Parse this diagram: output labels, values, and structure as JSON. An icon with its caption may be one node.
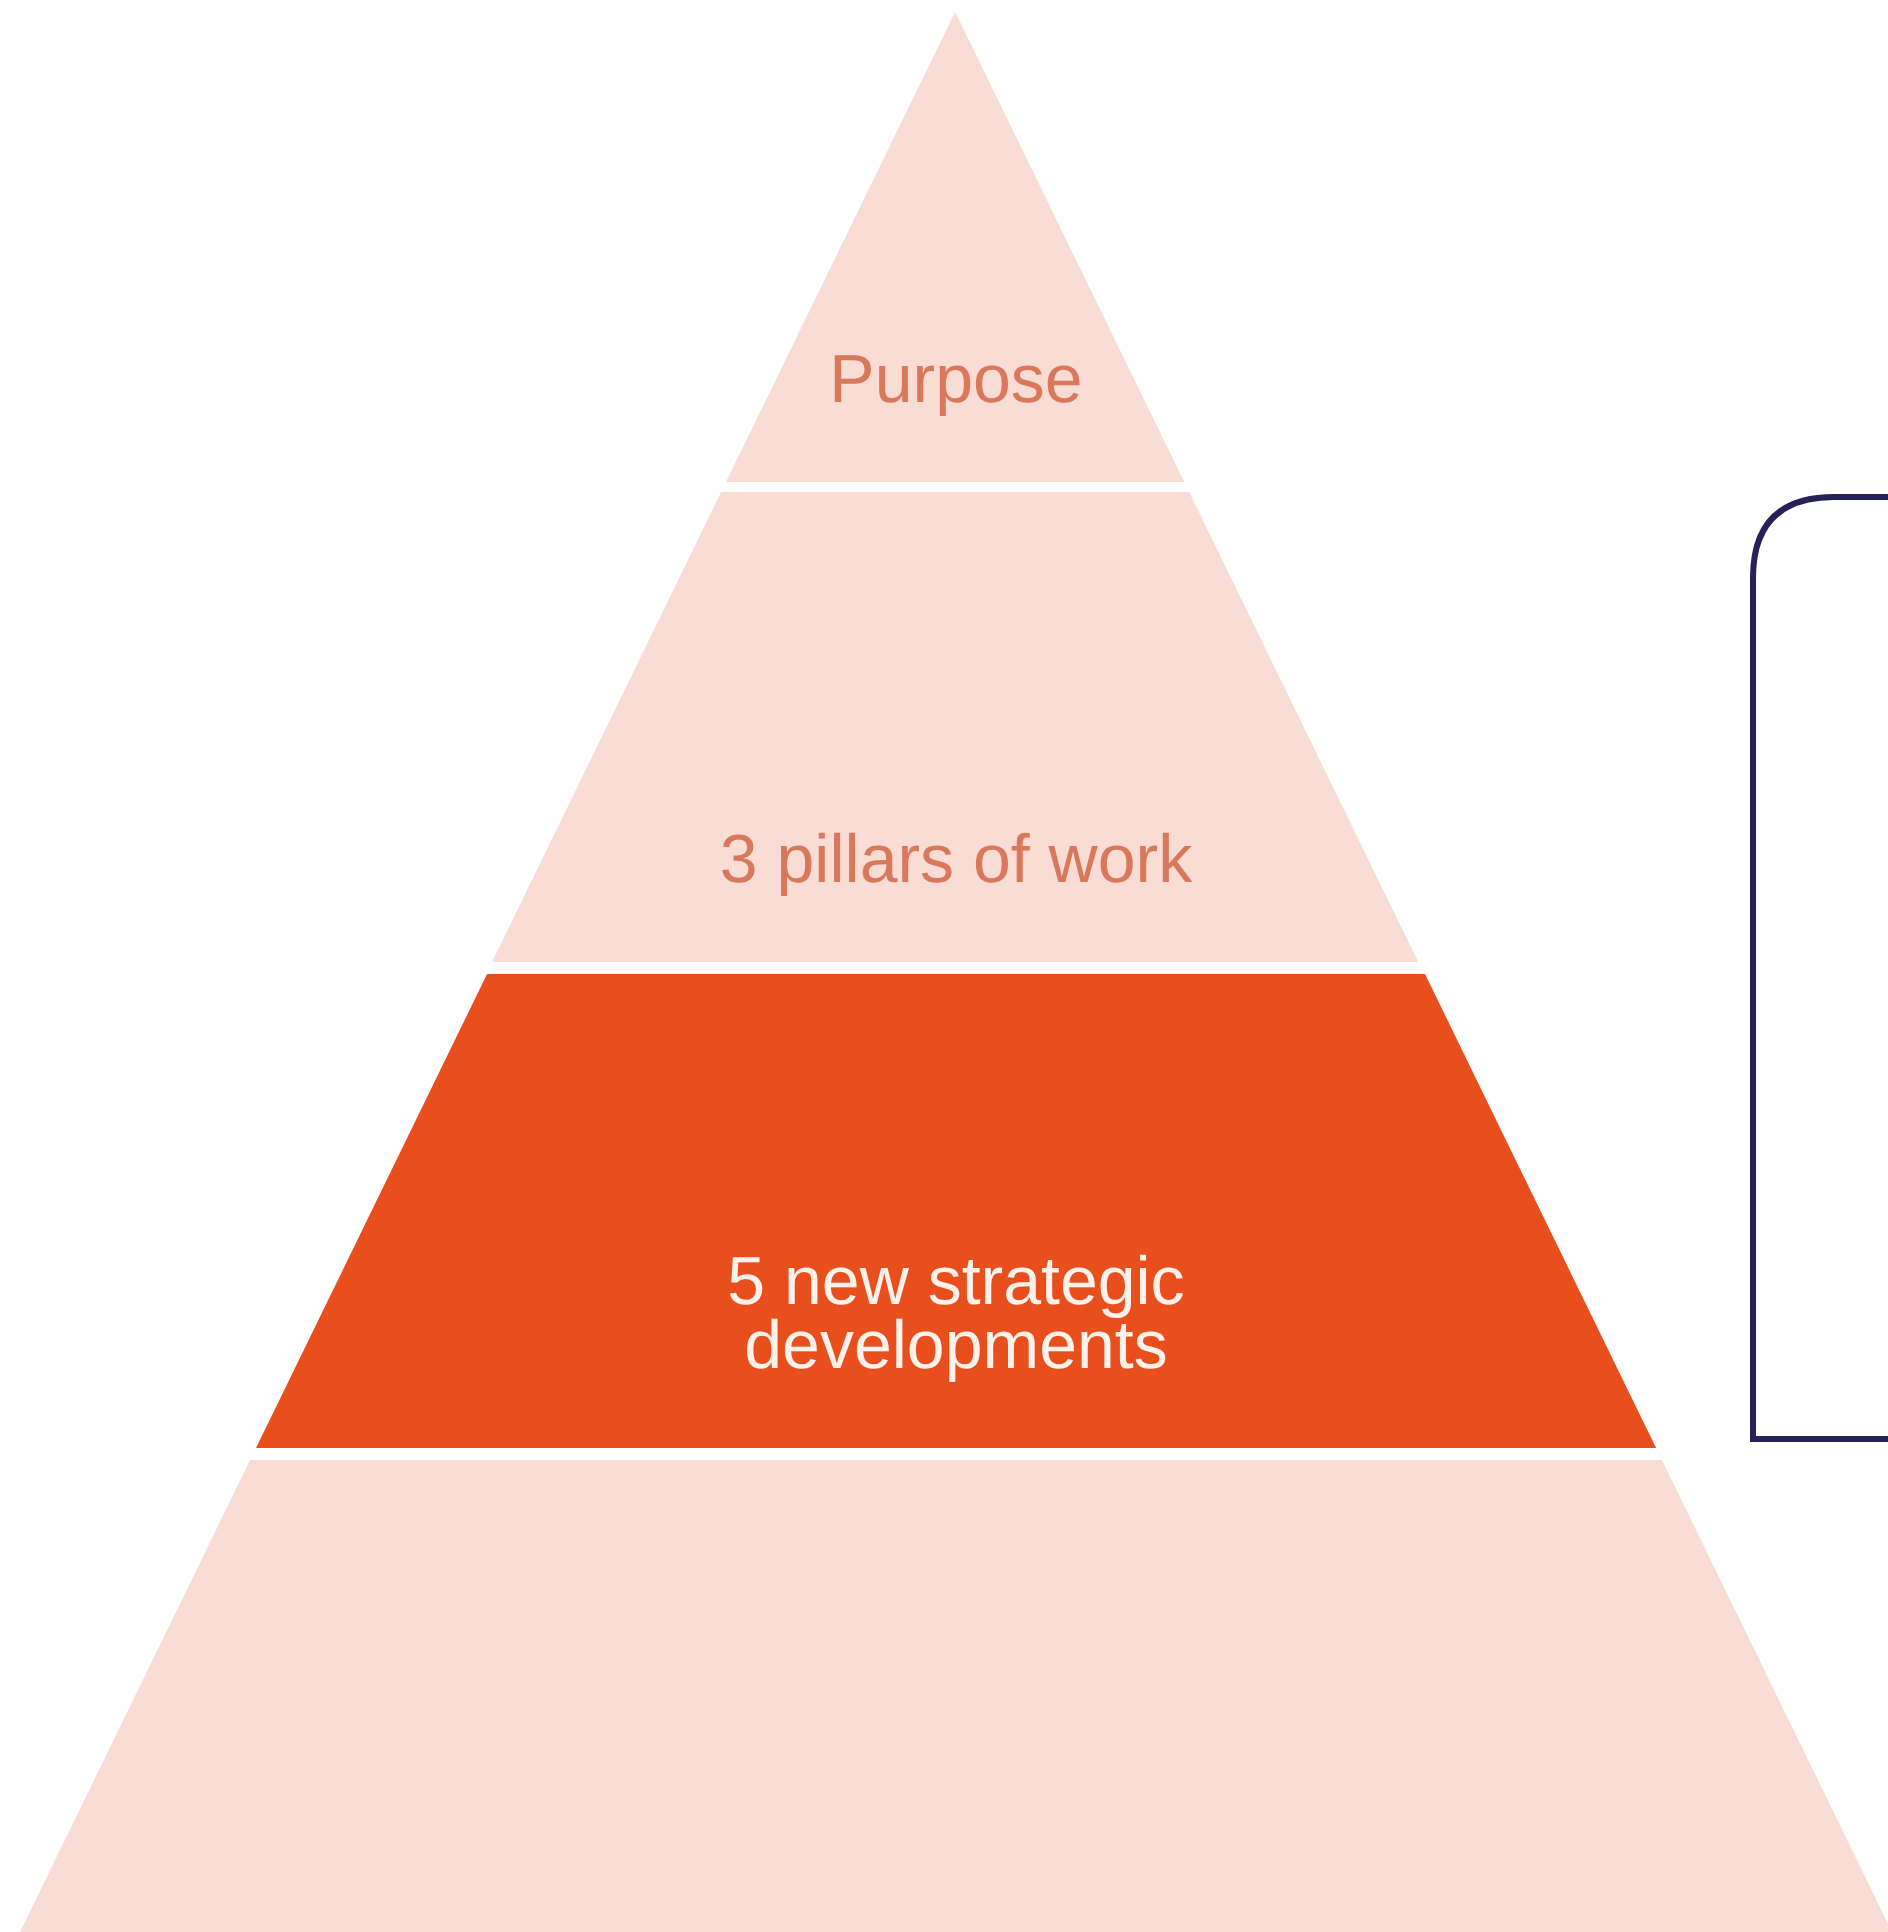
{
  "diagram": {
    "nodes": [
      {
        "text": [
          "Purpose"
        ]
      },
      {
        "text": [
          "3 pillars of work"
        ]
      },
      {
        "text": [
          "5 new strategic developments"
        ]
      },
      {
        "text": [],
        "shape": "band"
      },
      {
        "text": [],
        "shape": "box"
      }
    ]
  }
}
